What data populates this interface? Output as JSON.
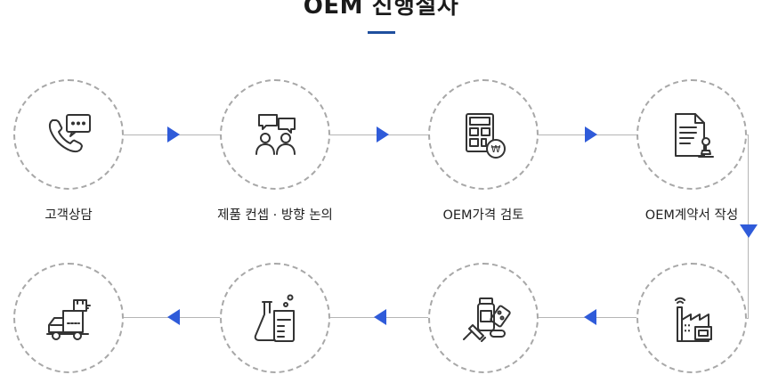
{
  "title": "OEM 진행절차",
  "colors": {
    "accent": "#2f5bd9",
    "title_bar": "#1f4f9e",
    "dashed_border": "#a8a8a8"
  },
  "steps": [
    {
      "label": "고객상담",
      "icon": "phone-chat-icon"
    },
    {
      "label": "제품 컨셉 · 방향 논의",
      "icon": "discussion-people-icon"
    },
    {
      "label": "OEM가격 검토",
      "icon": "calculator-won-icon"
    },
    {
      "label": "OEM계약서 작성",
      "icon": "contract-stamp-icon"
    },
    {
      "label": "",
      "icon": "factory-icon"
    },
    {
      "label": "",
      "icon": "pills-syringe-icon"
    },
    {
      "label": "",
      "icon": "lab-flask-icon"
    },
    {
      "label": "",
      "icon": "delivery-truck-icon"
    }
  ]
}
